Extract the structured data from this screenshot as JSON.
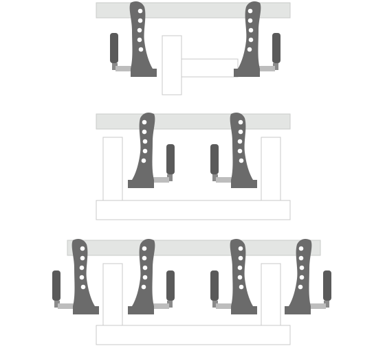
{
  "diagram": {
    "description_visible_text": "",
    "colors": {
      "background": "#ffffff",
      "rail": "#e3e5e3",
      "rail_stroke": "#c9cbc9",
      "clamp": "#6b6b6b",
      "clamp_dark": "#5a5a5a",
      "hole": "#ffffff",
      "workpiece_fill": "#ffffff",
      "workpiece_stroke": "#c8c8c8",
      "screw": "#bdbdbd"
    },
    "panels": [
      {
        "id": "panel-1",
        "clamp_count": 2,
        "workpiece": "round-bar"
      },
      {
        "id": "panel-2",
        "clamp_count": 2,
        "workpiece": "u-frame"
      },
      {
        "id": "panel-3",
        "clamp_count": 4,
        "workpiece": "double-frame"
      }
    ],
    "icons": [
      "bar-clamp-icon"
    ]
  }
}
